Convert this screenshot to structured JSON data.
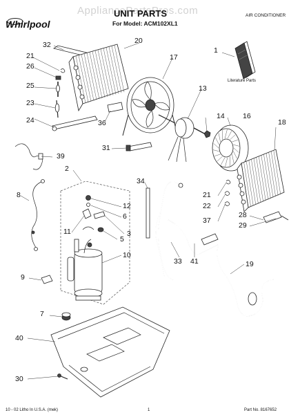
{
  "header": {
    "brand": "Whirlpool",
    "title": "UNIT PARTS",
    "subtitle": "For Model: ACM102XL1",
    "category": "AIR CONDITIONER",
    "watermark": "AppliancePartsPros.com"
  },
  "literature": {
    "number": "1",
    "label": "Literature Parts"
  },
  "callouts": [
    "32",
    "20",
    "1",
    "21",
    "26",
    "17",
    "25",
    "13",
    "23",
    "14",
    "16",
    "18",
    "36",
    "24",
    "31",
    "39",
    "2",
    "34",
    "21",
    "22",
    "8",
    "12",
    "6",
    "37",
    "28",
    "29",
    "3",
    "11",
    "5",
    "10",
    "33",
    "41",
    "19",
    "9",
    "7",
    "40",
    "30"
  ],
  "footer": {
    "left": "10 - 02 Litho In U.S.A. (mek)",
    "page": "1",
    "part_no": "Part No. 8167652"
  }
}
